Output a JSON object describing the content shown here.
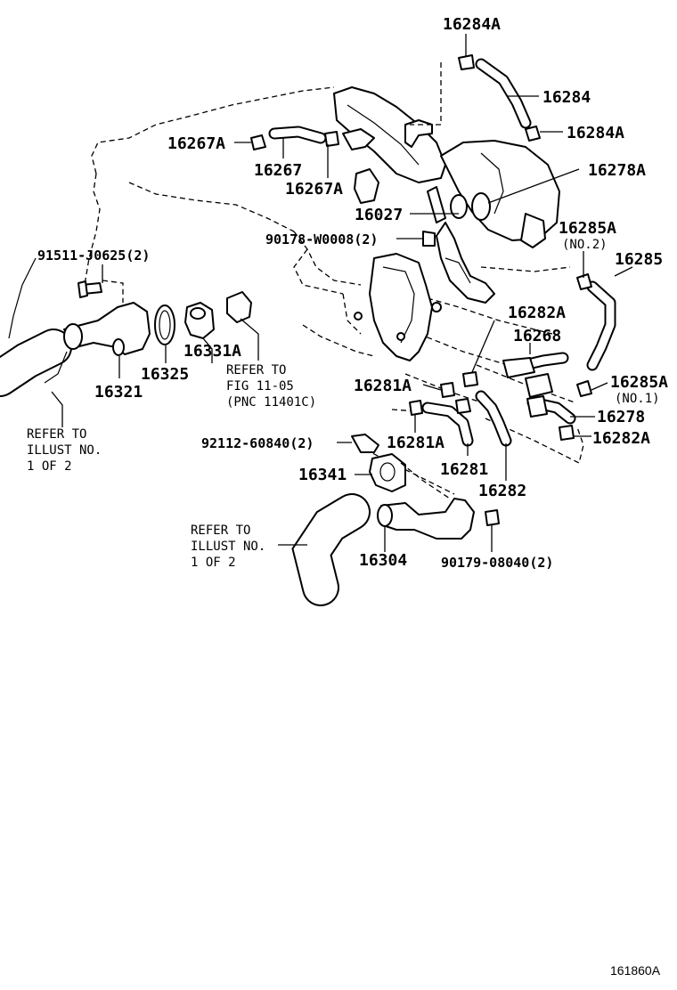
{
  "diagram": {
    "figure_id": "161860A",
    "parts": [
      {
        "id": "p16284A_top",
        "label": "16284A"
      },
      {
        "id": "p16284",
        "label": "16284"
      },
      {
        "id": "p16284A_right",
        "label": "16284A"
      },
      {
        "id": "p16267A_left",
        "label": "16267A"
      },
      {
        "id": "p16267",
        "label": "16267"
      },
      {
        "id": "p16267A_bottom",
        "label": "16267A"
      },
      {
        "id": "p16278A",
        "label": "16278A"
      },
      {
        "id": "p16027",
        "label": "16027"
      },
      {
        "id": "p90178",
        "label": "90178-W0008(2)"
      },
      {
        "id": "p16285A_no2",
        "label": "16285A"
      },
      {
        "id": "p16285A_no2_note",
        "label": "(NO.2)"
      },
      {
        "id": "p16285",
        "label": "16285"
      },
      {
        "id": "p91511",
        "label": "91511-J0625(2)"
      },
      {
        "id": "p16282A_upper",
        "label": "16282A"
      },
      {
        "id": "p16268",
        "label": "16268"
      },
      {
        "id": "p16325",
        "label": "16325"
      },
      {
        "id": "p16331A",
        "label": "16331A"
      },
      {
        "id": "p16321",
        "label": "16321"
      },
      {
        "id": "p16281A_upper",
        "label": "16281A"
      },
      {
        "id": "p16285A_no1",
        "label": "16285A"
      },
      {
        "id": "p16285A_no1_note",
        "label": "(NO.1)"
      },
      {
        "id": "p16278",
        "label": "16278"
      },
      {
        "id": "p16282A_lower",
        "label": "16282A"
      },
      {
        "id": "p16281A_lower",
        "label": "16281A"
      },
      {
        "id": "p92112",
        "label": "92112-60840(2)"
      },
      {
        "id": "p16281",
        "label": "16281"
      },
      {
        "id": "p16341",
        "label": "16341"
      },
      {
        "id": "p16282",
        "label": "16282"
      },
      {
        "id": "p16304",
        "label": "16304"
      },
      {
        "id": "p90179",
        "label": "90179-08040(2)"
      }
    ],
    "notes": {
      "refer_fig": [
        "REFER TO",
        "FIG 11-05",
        "(PNC 11401C)"
      ],
      "refer_illust_left": [
        "REFER TO",
        "ILLUST NO.",
        "1 OF 2"
      ],
      "refer_illust_bottom": [
        "REFER TO",
        "ILLUST NO.",
        "1 OF 2"
      ]
    }
  }
}
